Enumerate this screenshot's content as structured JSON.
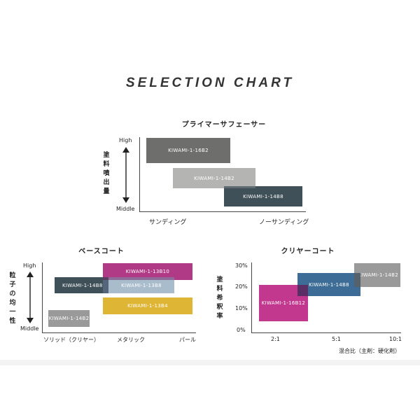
{
  "page_title": "SELECTION CHART",
  "chart_data": [
    {
      "type": "range-box",
      "title": "プライマーサフェーサー",
      "ylabel": "塗料噴出量",
      "y_ticks": [
        "High",
        "Middle"
      ],
      "x_ticks": [
        "サンディング",
        "ノーサンディング"
      ],
      "items": [
        {
          "label": "KIWAMI-1-16B2",
          "x_range": [
            0.05,
            0.57
          ],
          "level": "top",
          "color": "#6e6e6d"
        },
        {
          "label": "KIWAMI-1-14B2",
          "x_range": [
            0.33,
            0.85
          ],
          "level": "mid",
          "color": "#b4b4b2"
        },
        {
          "label": "KIWAMI-1-14B8",
          "x_range": [
            0.6,
            0.99
          ],
          "level": "low",
          "color": "#3f5058"
        }
      ]
    },
    {
      "type": "range-box",
      "title": "ベースコート",
      "ylabel": "粒子の均一性",
      "y_ticks": [
        "High",
        "Middle"
      ],
      "x_ticks": [
        "ソリッド（クリヤー）",
        "メタリック",
        "パール"
      ],
      "items": [
        {
          "label": "KIWAMI-1-13B10",
          "x_range": [
            0.55,
            1.0
          ],
          "level": "1",
          "color": "#b03a86"
        },
        {
          "label": "KIWAMI-1-14B8",
          "x_range": [
            0.1,
            0.55
          ],
          "level": "2",
          "color": "#3f5058"
        },
        {
          "label": "KIWAMI-1-13B8",
          "x_range": [
            0.55,
            0.86
          ],
          "level": "2",
          "color": "#a9bccc"
        },
        {
          "label": "KIWAMI-1-13B4",
          "x_range": [
            0.55,
            1.0
          ],
          "level": "3",
          "color": "#dfb535"
        },
        {
          "label": "KIWAMI-1-14B2",
          "x_range": [
            0.05,
            0.3
          ],
          "level": "4",
          "color": "#9a9a9a"
        }
      ]
    },
    {
      "type": "range-box",
      "title": "クリヤーコート",
      "ylabel": "塗料希釈率",
      "y_ticks": [
        "30%",
        "20%",
        "10%",
        "0%"
      ],
      "x_ticks": [
        "2:1",
        "5:1",
        "10:1"
      ],
      "xlabel": "混合比（主剤：硬化剤）",
      "items": [
        {
          "label": "KIWAMI-1-16B12",
          "x_range": [
            "1.5:1",
            "3.5:1"
          ],
          "y_range": [
            5,
            21
          ],
          "color": "#c2388e"
        },
        {
          "label": "KIWAMI-1-14B8",
          "x_range": [
            "3:1",
            "6.5:1"
          ],
          "y_range": [
            16,
            27
          ],
          "color": "#3d6d96"
        },
        {
          "label": "KIWAMI-1-14B2",
          "x_range": [
            "7:1",
            "10:1"
          ],
          "y_range": [
            20,
            31
          ],
          "color": "#9a9a9a"
        }
      ]
    }
  ]
}
